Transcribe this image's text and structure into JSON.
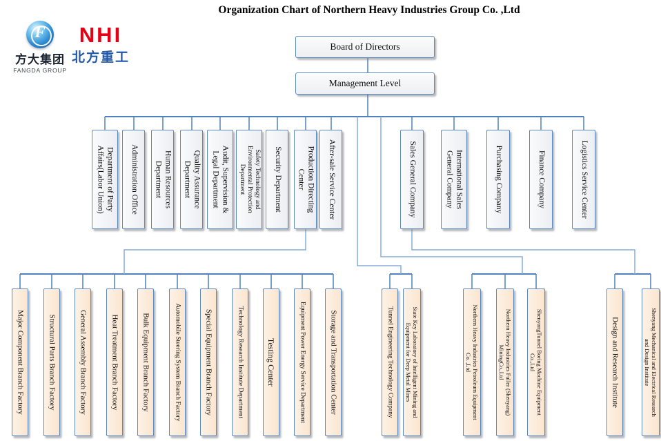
{
  "title": "Organization Chart of Northern Heavy Industries  Group Co. ,Ltd",
  "logos": {
    "fangda_cn": "方大集团",
    "fangda_en": "FANGDA GROUP",
    "fangda_monogram": "F",
    "nhi_abbr": "NHI",
    "nhi_cn": "北方重工"
  },
  "levels": {
    "board": "Board of Directors",
    "management": "Management Level"
  },
  "middle": [
    "Department of Party\nAffairs(Labor Union)",
    "Administration Office",
    "Human Resources\nDepartment",
    "Quality Assurance\nDepartment",
    "Audit, Supervision &\nLegal Department",
    "Safety Technology and\nEnvironmental Protection\nDepartment",
    "Security Department",
    "Production Directing\nCenter",
    "After-sale Service Center",
    "Sales General Company",
    "International Sales\nGeneral Company",
    "Purchasing Company",
    "Finance Company",
    "Logistics Service Center"
  ],
  "bottom": [
    "Major Component Branch Factory",
    "Structural Parts Branch Factory",
    "General Assembly Branch Factory",
    "Heat Treatment Branch Factory",
    "Bulk Equipment Branch Factory",
    "Automobile Steering System Branch Factory",
    "Special Equipment Branch Factory",
    "Technology Research Institute Department",
    "Testing Center",
    "Equipment Power Energy Service Department",
    "Storage and Transportation Center",
    "Tunnel Engineering Technology Company",
    "State Key Laboratory of Intelligent Mining and\nEquipment for Deep Metal Mines",
    "Northern Heavy Industries Petroleum Equipment\nCo. ,Ltd",
    "Northern Heavy Industries Fuller (Shenyang)\nMiningCo.,Ltd",
    "ShenyangTunnel Boring Machine Equipment\nCo.,Ltd",
    "Design and Research Institute",
    "Shenyang Mechanical and Electrical Research\nand Design Institute"
  ],
  "colors": {
    "connector_blue": "#4f81bd",
    "connector_light_blue": "#85abd8",
    "box_border_blue": "#5b8ac2",
    "gray_fill": "#eff1f4",
    "peach_fill": "#fcead9",
    "logo_red": "#e60014",
    "logo_blue": "#2358a8"
  }
}
